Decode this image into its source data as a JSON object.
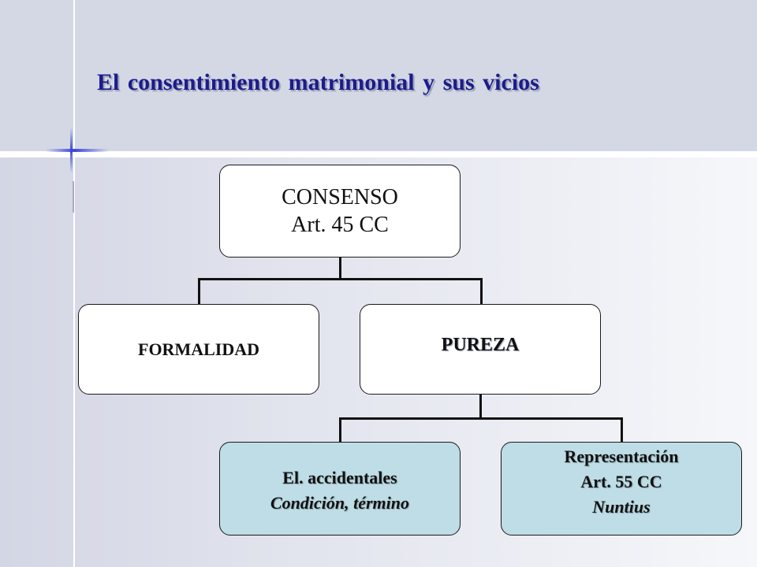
{
  "title": "El consentimiento matrimonial y sus vicios",
  "diagram": {
    "root": {
      "line1": "CONSENSO",
      "line2": "Art. 45 CC"
    },
    "level1": {
      "formalidad": "FORMALIDAD",
      "pureza": "PUREZA"
    },
    "level2": {
      "accidentales": {
        "line1": "El. accidentales",
        "line2": "Condición, término"
      },
      "representacion": {
        "line1": "Representación",
        "line2": "Art. 55 CC",
        "line3": "Nuntius"
      }
    }
  },
  "colors": {
    "title": "#1c1b8c",
    "header_band": "#d4d8e4",
    "node_white": "#ffffff",
    "node_light_blue": "#bedde6",
    "connector": "#111111"
  }
}
